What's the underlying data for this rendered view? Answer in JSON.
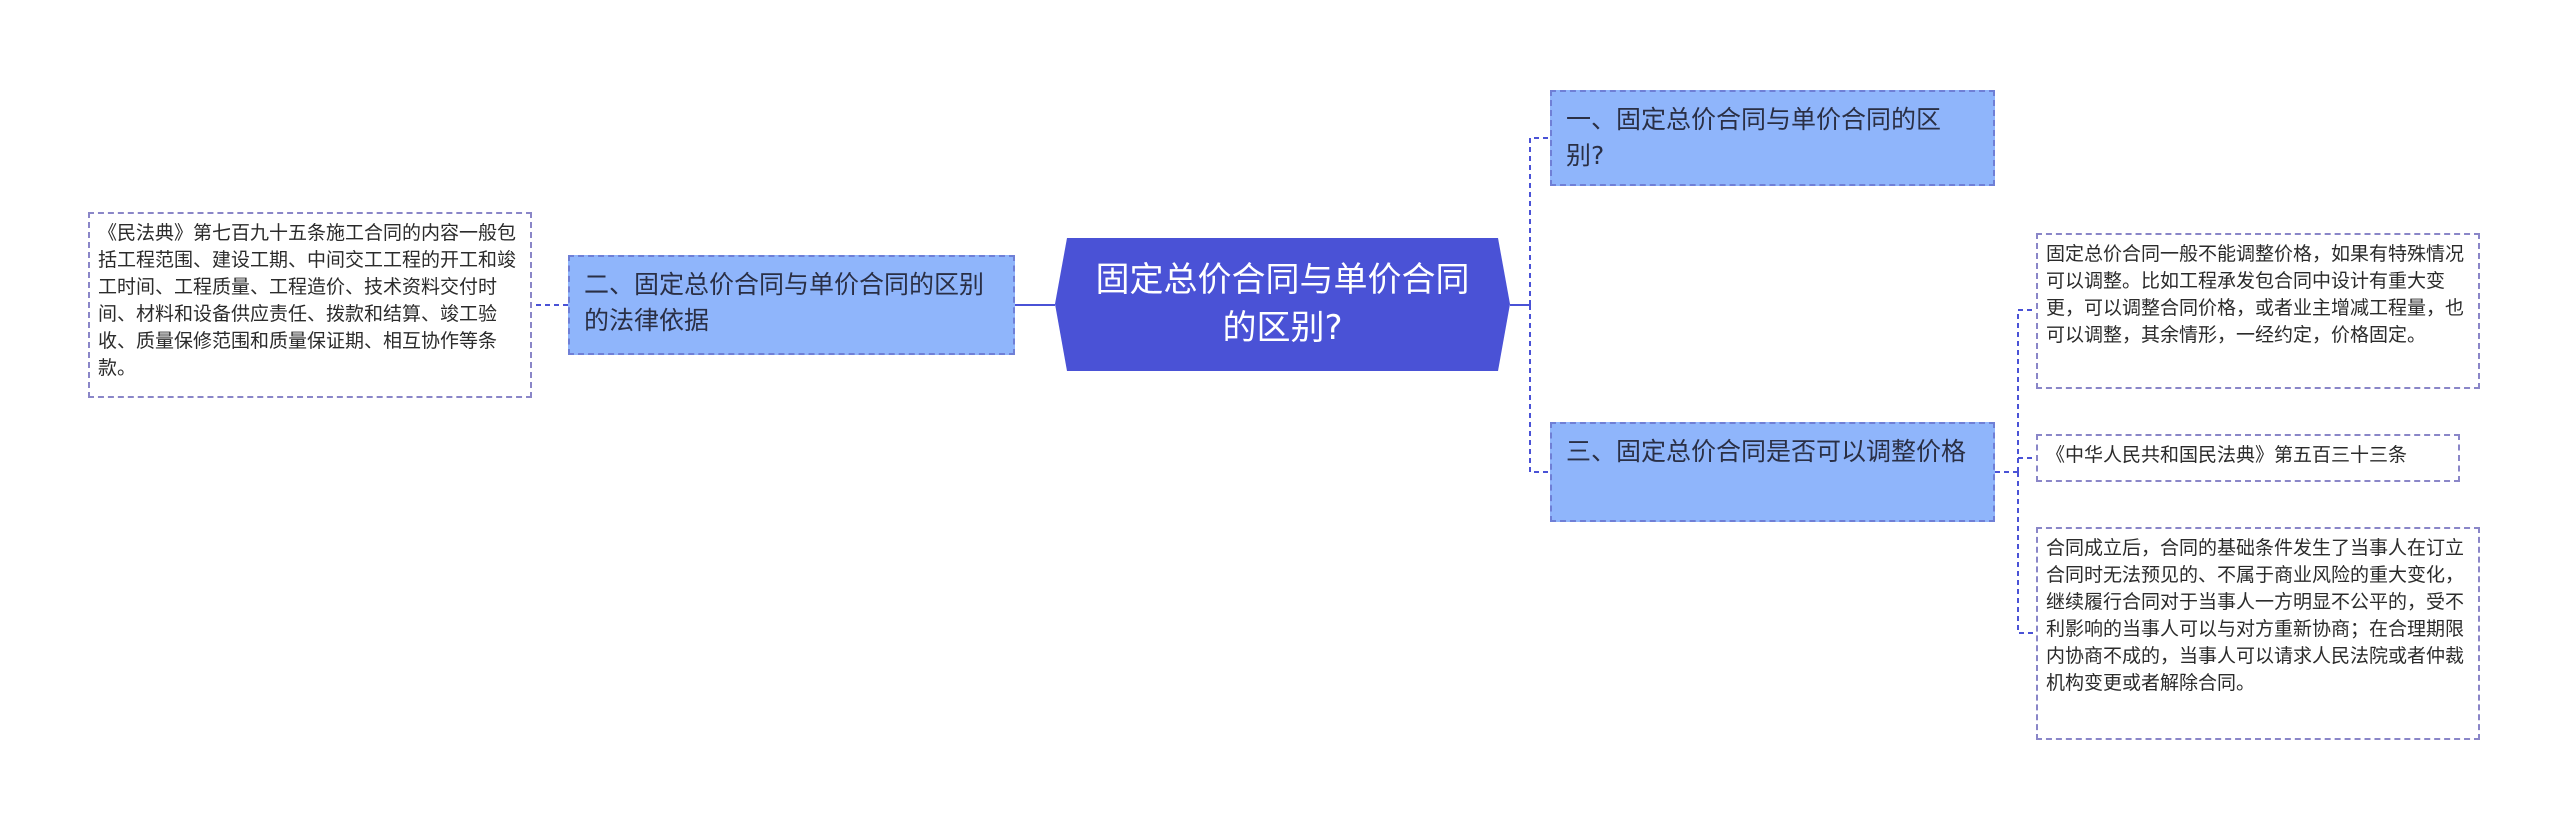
{
  "root": {
    "title": "固定总价合同与单价合同的区别?"
  },
  "branches": {
    "b1": {
      "label": "一、固定总价合同与单价合同的区别?"
    },
    "b2": {
      "label": "二、固定总价合同与单价合同的区别的法律依据"
    },
    "b3": {
      "label": "三、固定总价合同是否可以调整价格"
    }
  },
  "leaves": {
    "law_content": "《民法典》第七百九十五条施工合同的内容一般包括工程范围、建设工期、中间交工工程的开工和竣工时间、工程质量、工程造价、技术资料交付时间、材料和设备供应责任、拨款和结算、竣工验收、质量保修范围和质量保证期、相互协作等条款。",
    "adjust_explain": "固定总价合同一般不能调整价格，如果有特殊情况可以调整。比如工程承发包合同中设计有重大变更，可以调整合同价格，或者业主增减工程量，也可以调整，其余情形，一经约定，价格固定。",
    "law_ref": "《中华人民共和国民法典》第五百三十三条",
    "renegotiate": "合同成立后，合同的基础条件发生了当事人在订立合同时无法预见的、不属于商业风险的重大变化，继续履行合同对于当事人一方明显不公平的，受不利影响的当事人可以与对方重新协商；在合理期限内协商不成的，当事人可以请求人民法院或者仲裁机构变更或者解除合同。"
  },
  "colors": {
    "root_fill": "#4a52d6",
    "branch_fill": "#8fb5fb",
    "branch_border": "#6f7fd6",
    "leaf_border": "#8a86c8",
    "connector": "#4a52d6"
  }
}
